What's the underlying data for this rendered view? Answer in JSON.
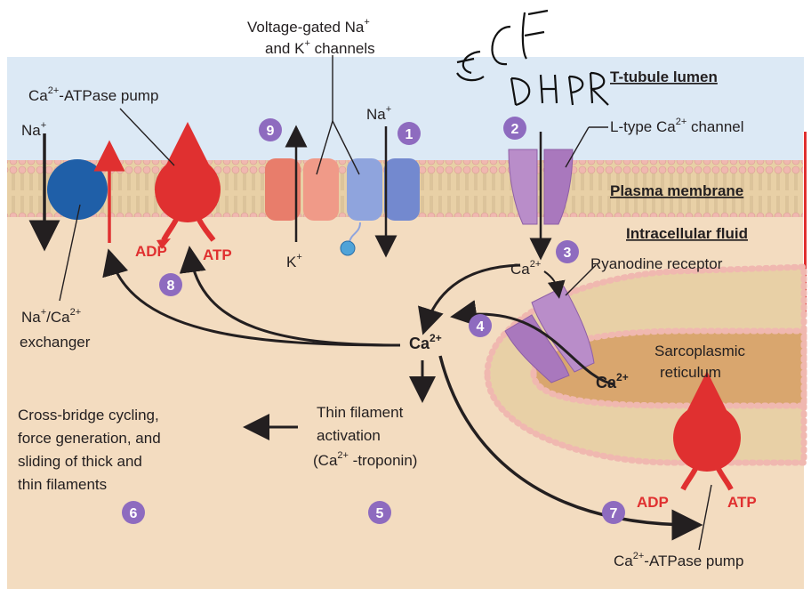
{
  "labels": {
    "voltage_gated_line1": "Voltage-gated Na",
    "voltage_gated_sup1": "+",
    "voltage_gated_line2a": "and K",
    "voltage_gated_sup2": "+",
    "voltage_gated_line2b": " channels",
    "t_tubule_lumen": "T-tubule lumen",
    "plasma_membrane": "Plasma membrane",
    "intracellular_fluid": "Intracellular fluid",
    "ca_atpase_top": "-ATPase pump",
    "ca_atpase_bottom": "-ATPase pump",
    "ca": "Ca",
    "ca_sup": "2+",
    "na": "Na",
    "na_sup": "+",
    "k": "K",
    "k_sup": "+",
    "l_type": "L-type Ca",
    "channel": " channel",
    "ryanodine": "Ryanodine receptor",
    "exchanger_line1": "Na",
    "exchanger_mid": "/Ca",
    "exchanger_line2": "exchanger",
    "adp": "ADP",
    "atp": "ATP",
    "sarcoplasmic": "Sarcoplasmic",
    "reticulum": "reticulum",
    "thin_filament_1": "Thin filament",
    "thin_filament_2": "activation",
    "thin_filament_3a": "(Ca",
    "thin_filament_3b": " -troponin)",
    "crossbridge_1": "Cross-bridge cycling,",
    "crossbridge_2": "force generation, and",
    "crossbridge_3": "sliding of thick and",
    "crossbridge_4": "thin filaments"
  },
  "steps": [
    "1",
    "2",
    "3",
    "4",
    "5",
    "6",
    "7",
    "8",
    "9"
  ],
  "handwriting": {
    "top": "ECF",
    "bottom": "DHPR"
  },
  "colors": {
    "ecf": "#dce9f5",
    "cytoplasm": "#f3dcc0",
    "membrane": "#e8d0a6",
    "lipid_head": "#f0b8b0",
    "step_circle": "#8e6bbf",
    "pump_red": "#e03030",
    "exchanger_blue": "#1f5fa8",
    "k_channel": "#e87d6b",
    "na_channel": "#8fa4dd",
    "l_type": "#b98dc9",
    "sr_lumen": "#d9a66e"
  }
}
